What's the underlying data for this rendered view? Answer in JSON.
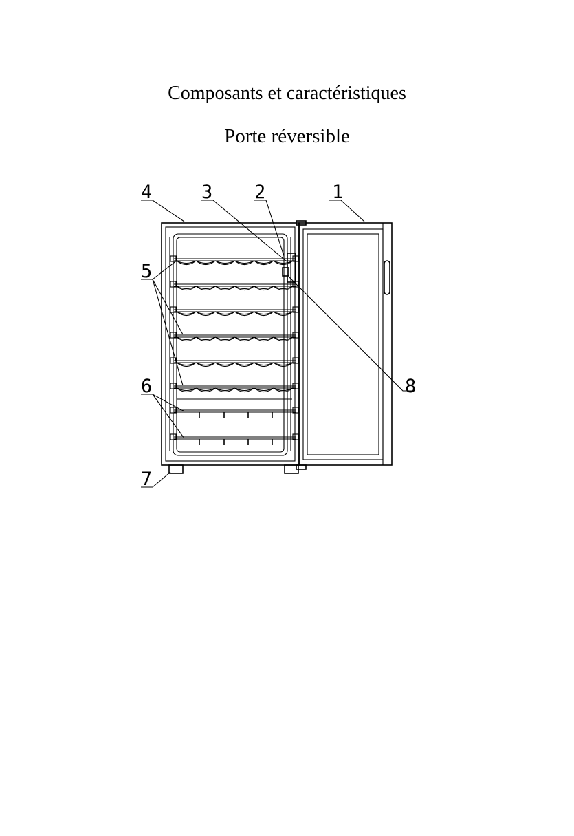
{
  "heading": {
    "title": "Composants et caractéristiques",
    "subtitle": "Porte réversible"
  },
  "callouts": [
    "1",
    "2",
    "3",
    "4",
    "5",
    "6",
    "7",
    "8"
  ],
  "diagram": {
    "bottle_shelves": 6,
    "flat_shelves": 2,
    "bottles_per_shelf": 6
  }
}
